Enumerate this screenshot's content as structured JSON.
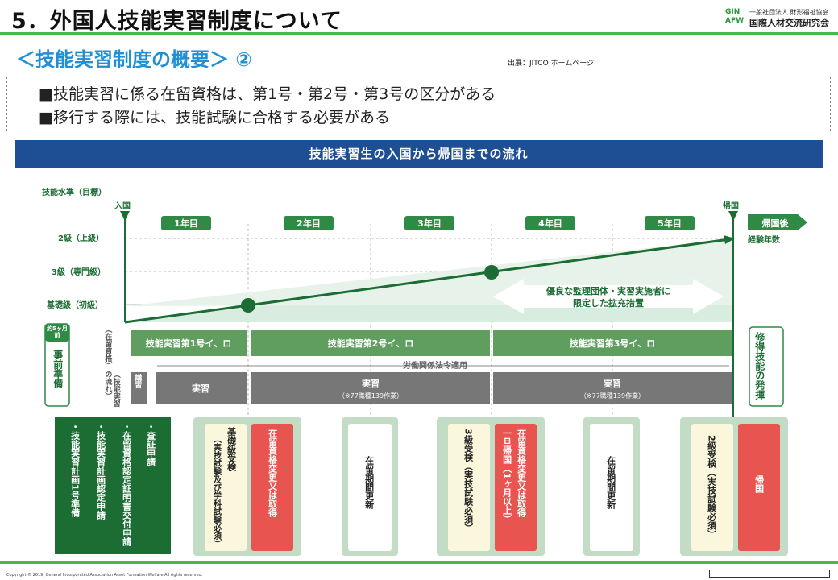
{
  "header": {
    "title": "5．外国人技能実習制度について",
    "logo_mark": "GIN AFW",
    "logo_small": "一般社団法人 財形福祉協会",
    "logo_large": "国際人材交流研究会"
  },
  "subtitle": "＜技能実習制度の概要＞ ②",
  "source": "出展：JITCO ホームページ",
  "bullets": [
    "■技能実習に係る在留資格は、第1号・第2号・第3号の区分がある",
    "■移行する際には、技能試験に合格する必要がある"
  ],
  "diagram": {
    "banner": "技能実習生の入国から帰国までの流れ",
    "y_axis_title": "技能水準（目標）",
    "entry": "入国",
    "exit": "帰国",
    "years": [
      "1年目",
      "2年目",
      "3年目",
      "4年目",
      "5年目"
    ],
    "after": "帰国後",
    "after_sub": "経験年数",
    "levels": [
      "2級（上級）",
      "3級（専門級）",
      "基礎級（初級）"
    ],
    "expansion": [
      "優良な監理団体・実習実施者に",
      "限定した拡充措置"
    ],
    "prep_head": "約5ヶ月前",
    "prep_body": "事前準備",
    "status_label": "（在留資格）",
    "flow_label": "（技能実習の流れ）",
    "status": [
      "技能実習第1号イ、ロ",
      "技能実習第2号イ、ロ",
      "技能実習第3号イ、ロ"
    ],
    "labor_law": "労働関係法令適用",
    "lecture": "講習",
    "practice": [
      "実習",
      "実習",
      "実習"
    ],
    "practice_note": "（※77職種139作業）",
    "skill": "修得技能の発揮",
    "prep_list": [
      "・技能実習計画1号準備",
      "・技能実習計画認定申請",
      "・在留資格認定証明書交付申請",
      "・査証申請"
    ],
    "events": [
      [
        "基礎級受検",
        "（実技試験及び学科試験必須）"
      ],
      [
        "在留資格変更又は取得"
      ],
      [
        "在留期間更新"
      ],
      [
        "3級受検（実技試験必須）"
      ],
      [
        "在留資格変更又は取得",
        "一旦帰国（1ヶ月以上）"
      ],
      [
        "在留期間更新"
      ],
      [
        "2級受検（実技試験必須）"
      ],
      [
        "帰国"
      ]
    ]
  },
  "footer": {
    "copyright": "Copyright © 2019, General Incorporated Association Asset Formation Welfare All rights reserved."
  }
}
